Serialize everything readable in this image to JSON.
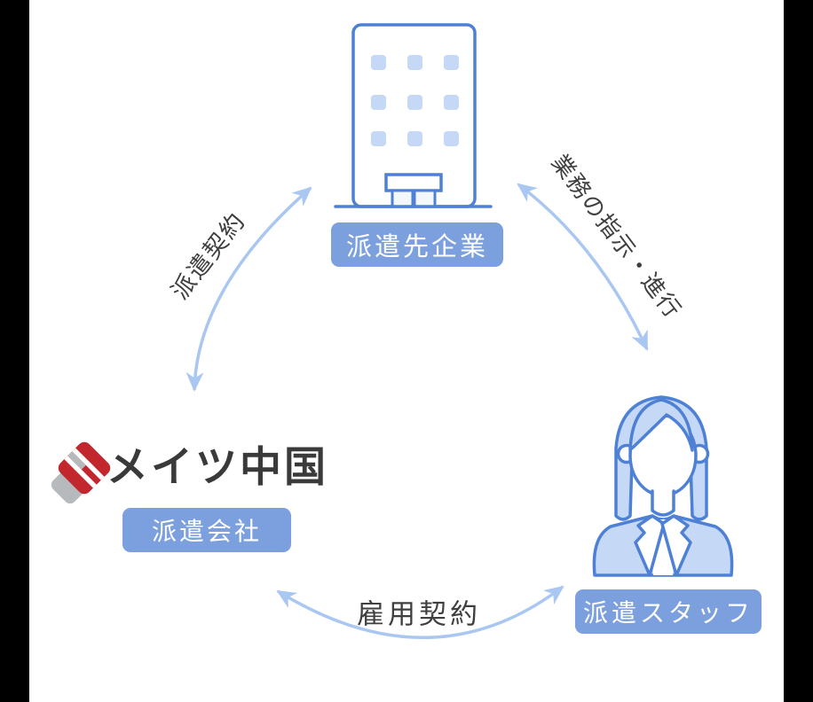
{
  "colors": {
    "outline": "#4e81d5",
    "light": "#c5d8f6",
    "lighter": "#f4f8fd",
    "badge": "#7c9fde",
    "arrow": "#a9c7f1",
    "labeltxt": "#3f3f3f",
    "logotxt": "#3a3a3a",
    "red": "#c1272d",
    "gray": "#b7babd",
    "bars": "#000000",
    "bg": "#ffffff"
  },
  "nodes": {
    "client_company": {
      "badge": "派遣先企業",
      "icon": "office-building-icon"
    },
    "agency": {
      "logo_text": "メイツ中国",
      "badge": "派遣会社",
      "icon": "mates-china-logo-mark"
    },
    "staff": {
      "badge": "派遣スタッフ",
      "icon": "female-staff-icon"
    }
  },
  "arrows": [
    {
      "label": "派遣契約",
      "between": [
        "派遣会社",
        "派遣先企業"
      ],
      "double_headed": true
    },
    {
      "label": "業務の指示・進行",
      "between": [
        "派遣先企業",
        "派遣スタッフ"
      ],
      "double_headed": true
    },
    {
      "label": "雇用契約",
      "between": [
        "派遣会社",
        "派遣スタッフ"
      ],
      "double_headed": true
    }
  ]
}
